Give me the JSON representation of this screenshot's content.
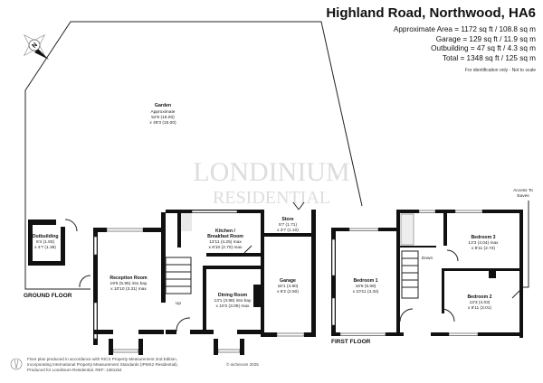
{
  "header": {
    "title": "Highland Road, Northwood, HA6",
    "areas": [
      "Approximate Area = 1172 sq ft / 108.8 sq m",
      "Garage = 129 sq ft / 11.9 sq m",
      "Outbuilding = 47 sq ft / 4.3 sq m",
      "Total = 1348 sq ft / 125 sq m"
    ],
    "note": "For identification only - Not to scale"
  },
  "compass": {
    "label": "N"
  },
  "watermark": {
    "line1": "LONDINIUM",
    "line2": "RESIDENTIAL"
  },
  "garden": {
    "name": "Garden",
    "lines": [
      "Approximate",
      "52'6 (16.00)",
      "x 49'3 (15.00)"
    ]
  },
  "ground_floor": {
    "label": "GROUND FLOOR",
    "stairs_label": "Up",
    "rooms": [
      {
        "name": "Outbuilding",
        "dims": [
          "6'4 (1.93)",
          "x 4'7 (1.39)"
        ]
      },
      {
        "name": "Reception Room",
        "dims": [
          "19'6 (5.95) into bay",
          "x 10'10 (3.31) max"
        ]
      },
      {
        "name": "Kitchen /",
        "name2": "Breakfast Room",
        "dims": [
          "13'11 (4.25) max",
          "x 8'10 (2.70) max"
        ]
      },
      {
        "name": "Store",
        "dims": [
          "5'7 (1.71)",
          "x 3'7 (1.10)"
        ]
      },
      {
        "name": "Dining Room",
        "dims": [
          "13'1 (3.98) into bay",
          "x 10'2 (3.09) max"
        ]
      },
      {
        "name": "Garage",
        "dims": [
          "16'1 (4.90)",
          "x 8'2 (2.50)"
        ]
      }
    ]
  },
  "first_floor": {
    "label": "FIRST FLOOR",
    "stairs_label": "Down",
    "eaves_label": [
      "Access To",
      "Eaves"
    ],
    "rooms": [
      {
        "name": "Bedroom 1",
        "dims": [
          "16'8 (5.08)",
          "x 10'11 (3.32)"
        ]
      },
      {
        "name": "Bedroom 3",
        "dims": [
          "13'3 (4.04) max",
          "x 8'11 (2.73)"
        ]
      },
      {
        "name": "Bedroom 2",
        "dims": [
          "13'3 (4.03)",
          "x 9'11 (3.01)"
        ]
      }
    ]
  },
  "footer": {
    "lines": [
      "Floor plan produced in accordance with RICS Property Measurement 2nd Edition,",
      "Incorporating International Property Measurement Standards (IPMS2 Residential).",
      "Produced for Londinium Residential.   REF: 1381154"
    ],
    "copyright": "© nichecom 2025"
  }
}
